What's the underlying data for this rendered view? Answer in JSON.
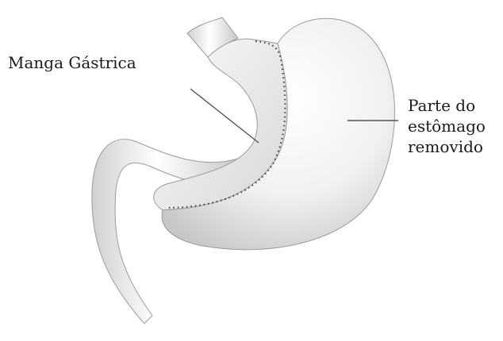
{
  "labels": {
    "sleeve": "Manga Gástrica",
    "removed": [
      "Parte do",
      "estômago",
      "removido"
    ]
  },
  "colors": {
    "organ_light": "#fbfbfb",
    "organ_shade": "#c9c9c9",
    "outline": "#9a9a9a",
    "staple_line": "#444444",
    "leader_line": "#555555",
    "text": "#1a1a1a"
  }
}
